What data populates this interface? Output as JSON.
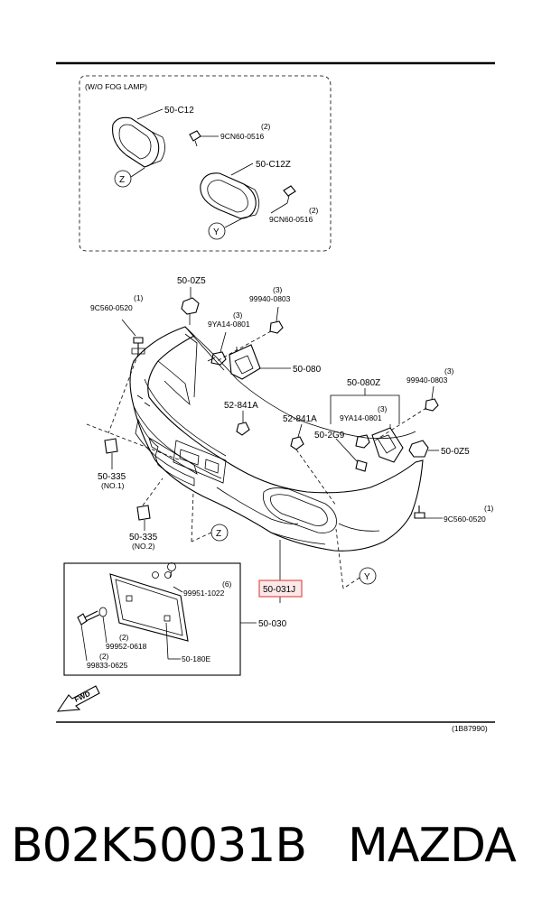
{
  "diagram": {
    "fog_lamp_box_label": "(W/O FOG LAMP)",
    "diagram_code": "(1B87990)",
    "fwd_label": "FWD",
    "highlight_color": "#e05050",
    "labels": {
      "c12": "50-C12",
      "c12z": "50-C12Z",
      "cn60_a": "9CN60-0516",
      "cn60_a_qty": "(2)",
      "cn60_b": "9CN60-0516",
      "cn60_b_qty": "(2)",
      "z_top": "Z",
      "y_top": "Y",
      "oz5_top": "50-0Z5",
      "c560_left": "9C560-0520",
      "c560_left_qty": "(1)",
      "p99940_top": "99940-0803",
      "p99940_top_qty": "(3)",
      "ya14_left": "9YA14-0801",
      "ya14_left_qty": "(3)",
      "p080": "50-080",
      "p841a_center": "52-841A",
      "p080z": "50-080Z",
      "p99940_right": "99940-0803",
      "p99940_right_qty": "(3)",
      "ya14_right": "9YA14-0801",
      "ya14_right_qty": "(3)",
      "p841a_right": "52-841A",
      "p2g9": "50-2G9",
      "oz5_right": "50-0Z5",
      "p335_no1": "50-335",
      "p335_no1_sub": "(NO.1)",
      "c560_right": "9C560-0520",
      "c560_right_qty": "(1)",
      "p335_no2": "50-335",
      "p335_no2_sub": "(NO.2)",
      "z_bottom": "Z",
      "y_bottom": "Y",
      "p031j": "50-031J",
      "p99951": "99951-1022",
      "p99951_qty": "(6)",
      "p030": "50-030",
      "p99952": "99952-0618",
      "p99952_qty": "(2)",
      "p180e": "50-180E",
      "p99833": "99833-0625",
      "p99833_qty": "(2)"
    }
  },
  "caption": {
    "part_number": "B02K50031B",
    "brand": "MAZDA"
  }
}
